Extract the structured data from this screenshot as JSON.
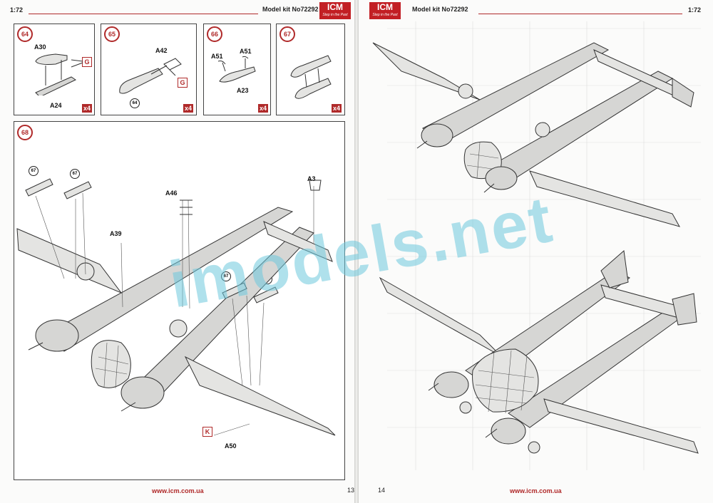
{
  "left_page": {
    "scale": "1:72",
    "model": "Model kit No72292",
    "page_number": "13",
    "footer_url": "www.icm.com.ua",
    "steps": [
      {
        "number": "64",
        "parts": [
          "A30",
          "A24"
        ],
        "sprue": "G",
        "qty": "x4"
      },
      {
        "number": "65",
        "parts": [
          "A42"
        ],
        "sprue": "G",
        "ref": "64",
        "qty": "x4"
      },
      {
        "number": "66",
        "parts": [
          "A51",
          "A51",
          "A23"
        ],
        "qty": "x4"
      },
      {
        "number": "67",
        "qty": "x4"
      },
      {
        "number": "68",
        "parts": [
          "A3",
          "A46",
          "A39",
          "A50"
        ],
        "sprue": "K",
        "refs": [
          "67",
          "67",
          "67",
          "67"
        ]
      }
    ]
  },
  "right_page": {
    "scale": "1:72",
    "model": "Model kit No72292",
    "page_number": "14",
    "footer_url": "www.icm.com.ua"
  },
  "logo": {
    "name": "ICM",
    "tagline": "Step in the Past"
  },
  "watermark": "imodels.net",
  "colors": {
    "accent": "#b02a2a",
    "watermark": "#6ec8dc"
  }
}
